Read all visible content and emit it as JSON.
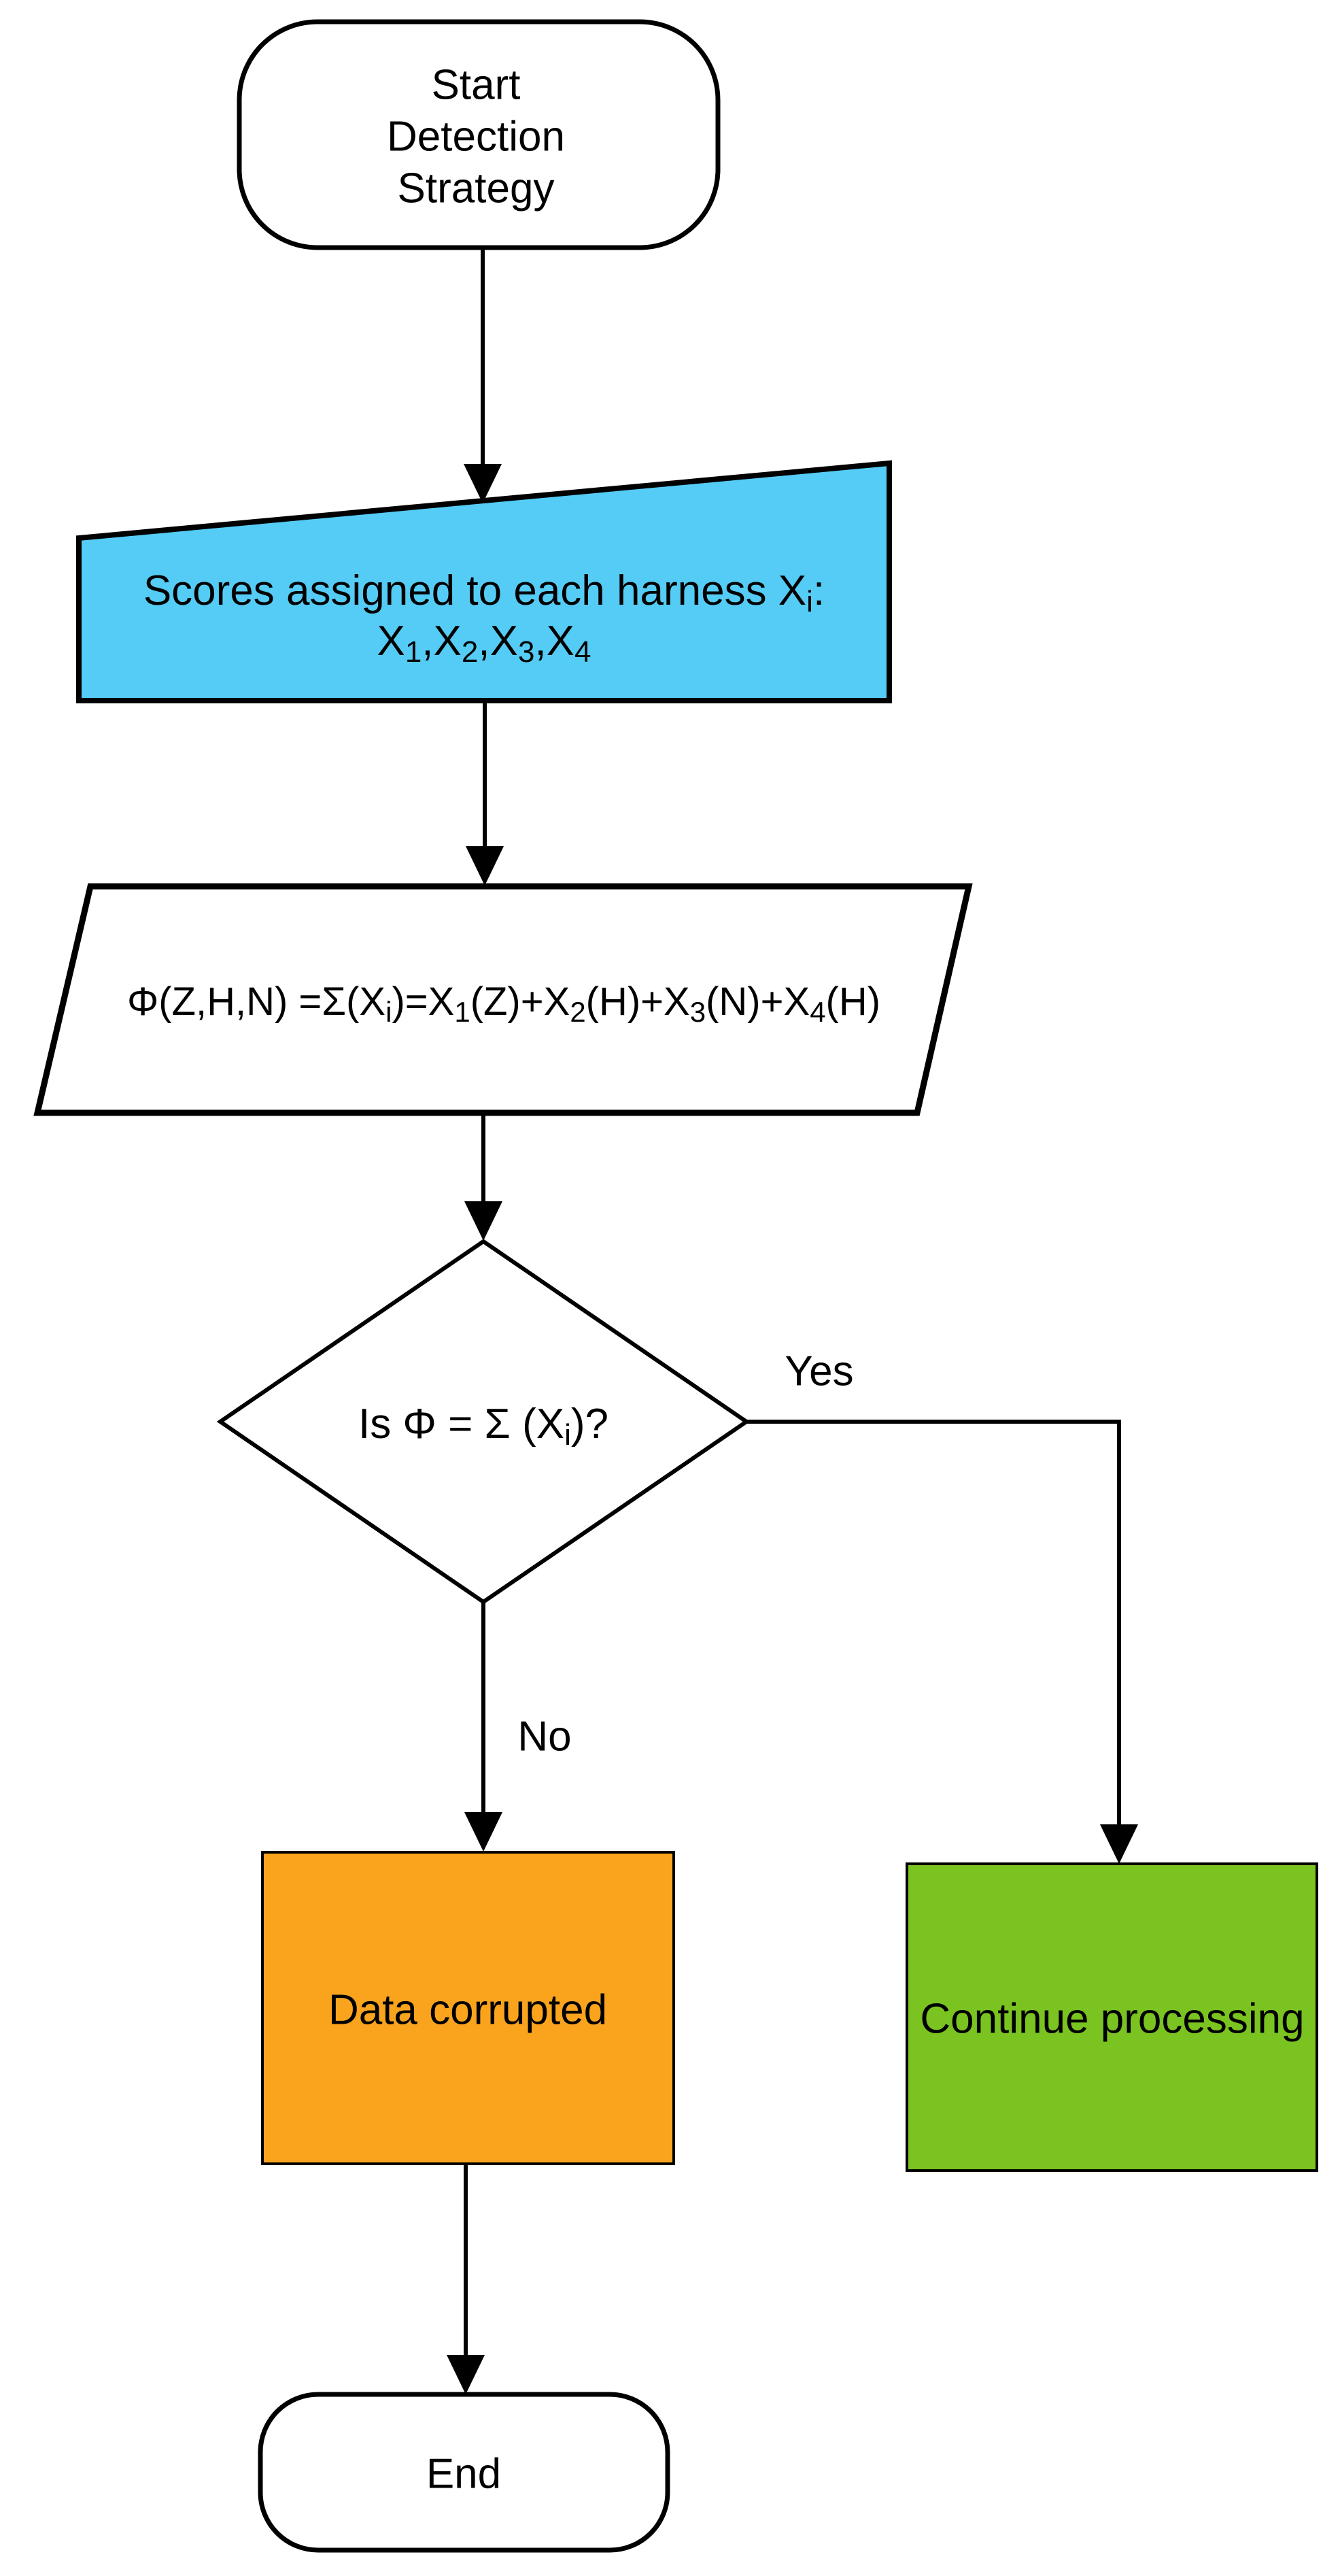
{
  "colors": {
    "background": "#ffffff",
    "outline": "#000000",
    "text": "#000000",
    "scores_card_fill": "#55CCF5",
    "corrupted_fill": "#FAA41E",
    "continue_fill": "#7AC320"
  },
  "nodes": {
    "start": {
      "lines": [
        "Start",
        "Detection",
        "Strategy"
      ]
    },
    "scores": {
      "line1": [
        {
          "t": "Scores assigned to each harness X"
        },
        {
          "t": "i",
          "sub": true
        },
        {
          "t": ":"
        }
      ],
      "line2": [
        {
          "t": "X"
        },
        {
          "t": "1",
          "sub": true
        },
        {
          "t": ",X"
        },
        {
          "t": "2",
          "sub": true
        },
        {
          "t": ",X"
        },
        {
          "t": "3",
          "sub": true
        },
        {
          "t": ",X"
        },
        {
          "t": "4",
          "sub": true
        }
      ]
    },
    "formula": {
      "segments": [
        {
          "t": "Φ(Z,H,N) =Σ(X"
        },
        {
          "t": "i",
          "sub": true
        },
        {
          "t": ")=X"
        },
        {
          "t": "1",
          "sub": true
        },
        {
          "t": "(Z)+X"
        },
        {
          "t": "2",
          "sub": true
        },
        {
          "t": "(H)+X"
        },
        {
          "t": "3",
          "sub": true
        },
        {
          "t": "(N)+X"
        },
        {
          "t": "4",
          "sub": true
        },
        {
          "t": "(H)"
        }
      ]
    },
    "decision": {
      "segments": [
        {
          "t": "Is Φ = Σ (X"
        },
        {
          "t": "i",
          "sub": true
        },
        {
          "t": ")?"
        }
      ]
    },
    "data_corrupted": {
      "label": "Data corrupted"
    },
    "continue_processing": {
      "label": "Continue processing"
    },
    "end": {
      "label": "End"
    }
  },
  "edges": {
    "yes_label": "Yes",
    "no_label": "No"
  }
}
